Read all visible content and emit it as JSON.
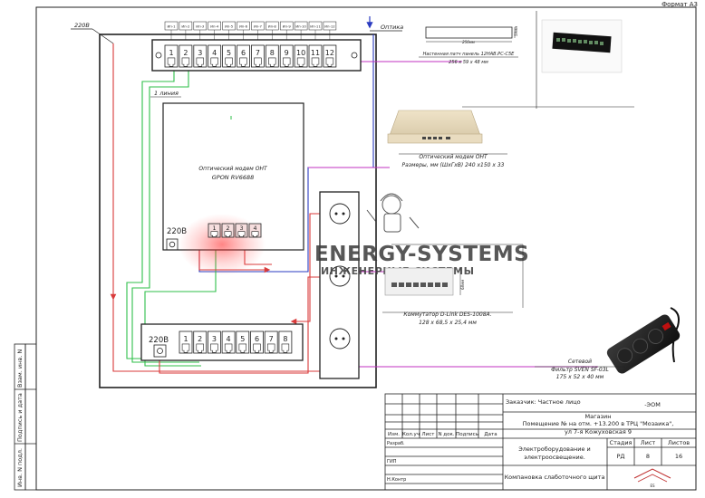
{
  "sheet_format": "Формат А3",
  "labels": {
    "power_in": "220В",
    "optics": "Оптика",
    "line1": "1 линия",
    "modem_power": "220В",
    "switch_power": "220В"
  },
  "patch_panel": {
    "port_labels": [
      "1",
      "2",
      "3",
      "4",
      "5",
      "6",
      "7",
      "8",
      "9",
      "10",
      "11",
      "12"
    ],
    "room_tags": [
      "Ип-1",
      "Ип-2",
      "Ип-3",
      "Ип-4",
      "Ип-5",
      "Ип-6",
      "Ип-7",
      "Ип-8",
      "Ип-9",
      "Ип-10",
      "Ип-11",
      "Ип-12"
    ]
  },
  "modem_box": {
    "title": "Оптический модем ОНТ",
    "model": "GPON RV6688",
    "port_labels": [
      "1",
      "2",
      "3",
      "4"
    ]
  },
  "switch_box": {
    "port_labels": [
      "1",
      "2",
      "3",
      "4",
      "5",
      "6",
      "7",
      "8"
    ]
  },
  "callouts": {
    "panel_desc": "Настенная патч панель 12НАВ.РС-С5Е",
    "panel_dims": "256 х 59 х 48 мм",
    "panel_dim_w": "256мм",
    "panel_dim_h": "59мм",
    "modem_desc": "Оптический модем ОНТ",
    "modem_dims": "Размеры, мм (ШхГхВ) 240 х150 х 33",
    "switch_desc": "Коммутатор D-Link DES-1008A.",
    "switch_dims": "128 х 68,5 х 25,4 мм",
    "switch_dim_h": "68мм",
    "filter_desc1": "Сетевой",
    "filter_desc2": "Фильтр SVEN SF-03L",
    "filter_dims": "175 х 52 х 40 мм"
  },
  "watermark": {
    "line1": "ENERGY-SYSTEMS",
    "line2": "ИНЖЕНЕРНЫЕ СИСТЕМЫ"
  },
  "left_margin": {
    "inv_podl": "Инв. N подл.",
    "sign_date": "Подпись и дата",
    "vzam_inv": "Взам. инв. N"
  },
  "title_block": {
    "customer": "Заказчик: Частное лицо",
    "code": "-ЭОМ",
    "object_line1": "Магазин",
    "object_line2": "Помещение № на отм. +13.200 в ТРЦ \"Мозаика\",",
    "object_line3": "ул 7-я Кожуховская 9",
    "col_headers": [
      "Изм.",
      "Кол.уч",
      "Лист",
      "N док.",
      "Подпись",
      "Дата"
    ],
    "role_razrab": "Разраб.",
    "role_gip": "ГИП",
    "role_nkontr": "Н.Контр",
    "project_line1": "Электроборудование и",
    "project_line2": "электроосвещение.",
    "drawing_name": "Компановка слаботочного щита",
    "stage_label": "Стадия",
    "sheet_label": "Лист",
    "sheets_label": "Листов",
    "stage": "РД",
    "sheet_no": "8",
    "sheets_total": "16",
    "logo_text": "ES"
  },
  "colors": {
    "wire_red": "#d93a3a",
    "wire_green": "#2fbf4a",
    "wire_blue": "#2a3bc0",
    "wire_magenta": "#c030c0",
    "frame": "#222222"
  }
}
